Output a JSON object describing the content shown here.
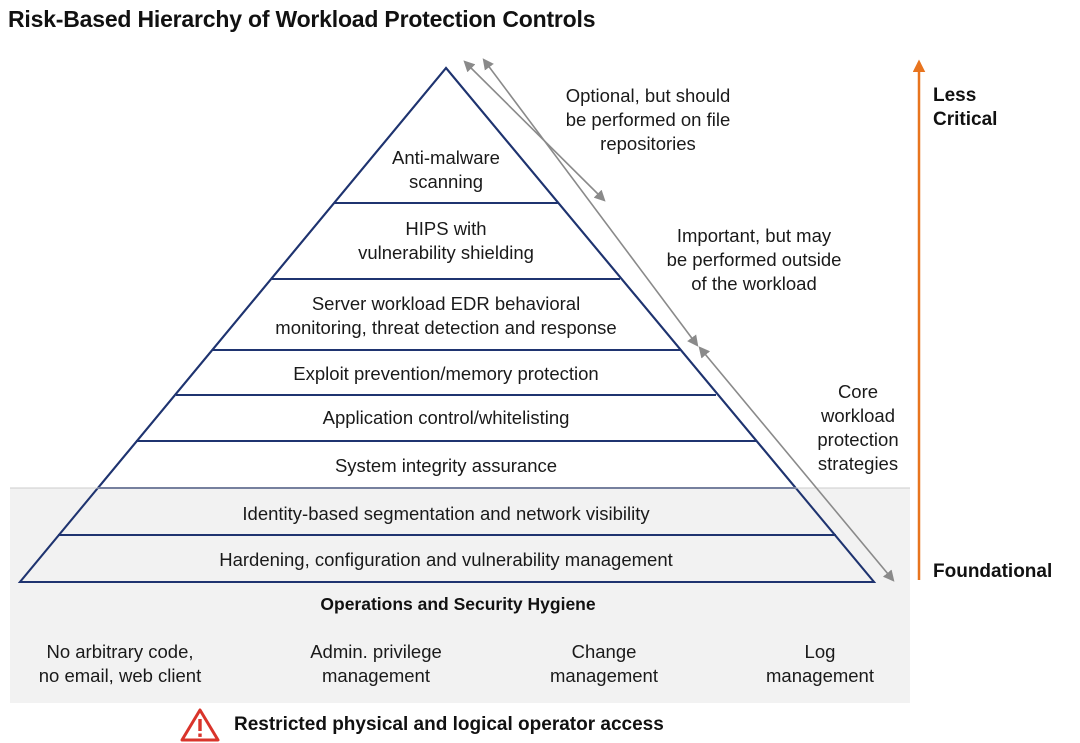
{
  "title": "Risk-Based Hierarchy of Workload Protection Controls",
  "pyramid_layers": [
    {
      "lines": [
        "Anti-malware",
        "scanning"
      ]
    },
    {
      "lines": [
        "HIPS with",
        "vulnerability shielding"
      ]
    },
    {
      "lines": [
        "Server workload EDR behavioral",
        "monitoring, threat detection and response"
      ]
    },
    {
      "lines": [
        "Exploit prevention/memory protection"
      ]
    },
    {
      "lines": [
        "Application control/whitelisting"
      ]
    },
    {
      "lines": [
        "System integrity assurance"
      ]
    },
    {
      "lines": [
        "Identity-based segmentation and network visibility"
      ]
    },
    {
      "lines": [
        "Hardening, configuration and vulnerability management"
      ]
    }
  ],
  "side_notes": [
    {
      "lines": [
        "Optional, but should",
        "be performed on file",
        "repositories"
      ]
    },
    {
      "lines": [
        "Important, but may",
        "be performed outside",
        "of the workload"
      ]
    },
    {
      "lines": [
        "Core",
        "workload",
        "protection",
        "strategies"
      ]
    }
  ],
  "scale": {
    "top_lines": [
      "Less",
      "Critical"
    ],
    "bottom": "Foundational",
    "arrow_color": "#e8741e"
  },
  "hygiene": {
    "title": "Operations and Security Hygiene",
    "items": [
      {
        "lines": [
          "No arbitrary code,",
          "no email, web client"
        ]
      },
      {
        "lines": [
          "Admin. privilege",
          "management"
        ]
      },
      {
        "lines": [
          "Change",
          "management"
        ]
      },
      {
        "lines": [
          "Log",
          "management"
        ]
      }
    ]
  },
  "warning": {
    "text": "Restricted physical and logical operator access",
    "icon": "warning-triangle-icon",
    "icon_color": "#d9342b"
  },
  "colors": {
    "pyramid_line": "#1f3470",
    "panel_bg": "#f2f2f2",
    "bracket_arrow": "#8a8a8a"
  }
}
